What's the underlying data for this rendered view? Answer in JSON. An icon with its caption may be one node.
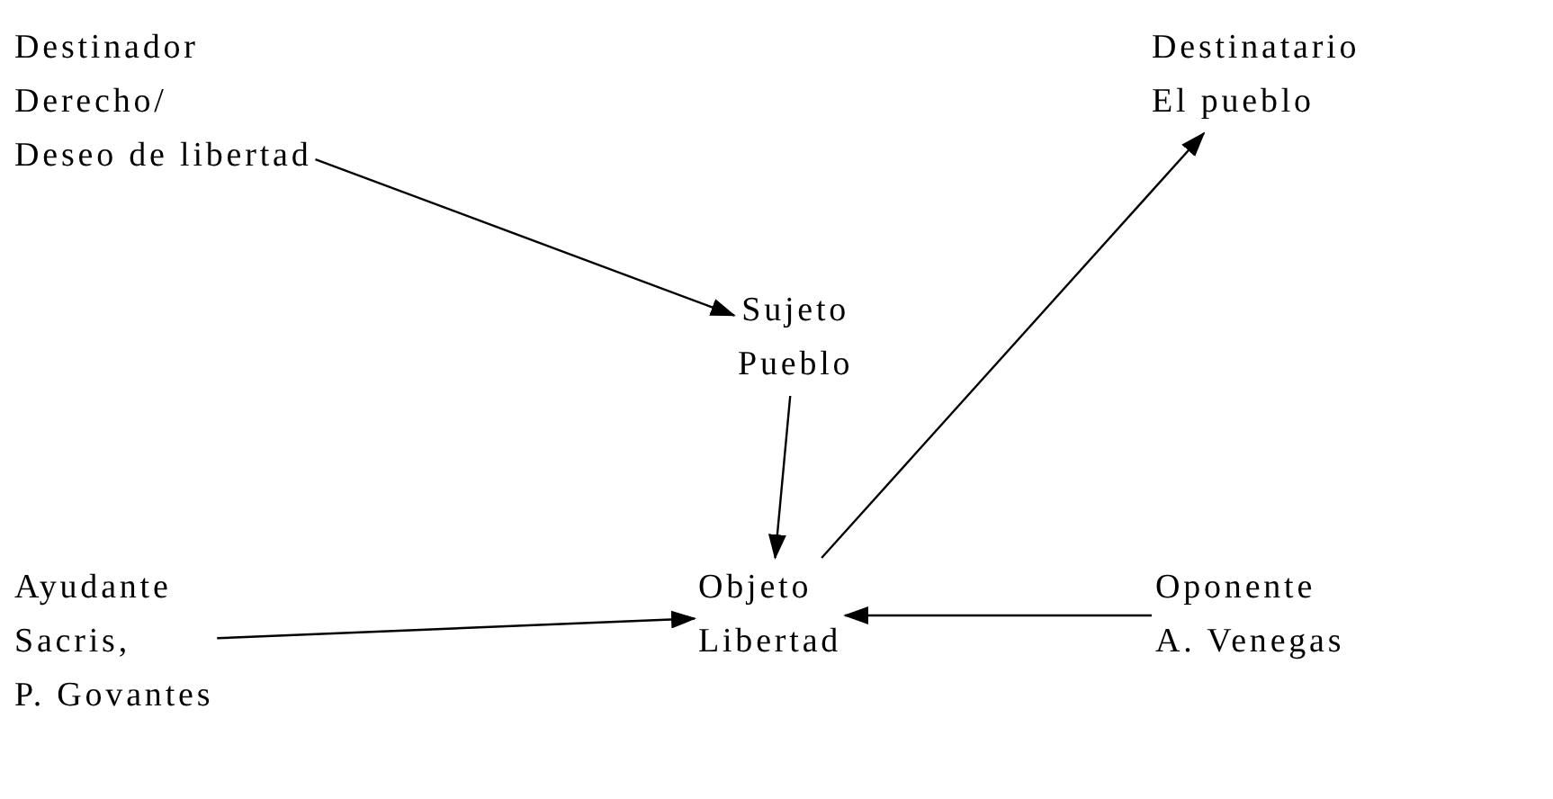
{
  "diagram": {
    "nodes": [
      {
        "text": [
          "Destinador",
          "Derecho/",
          "Deseo de libertad"
        ]
      },
      {
        "text": [
          "Destinatario",
          "El pueblo"
        ]
      },
      {
        "text": [
          "Sujeto",
          "Pueblo"
        ]
      },
      {
        "text": [
          "Ayudante",
          "Sacris,",
          "P. Govantes"
        ]
      },
      {
        "text": [
          "Objeto",
          "Libertad"
        ]
      },
      {
        "text": [
          "Oponente",
          "A. Venegas"
        ]
      }
    ],
    "edges": [
      {
        "from": 0,
        "to": 2,
        "arrow": "to"
      },
      {
        "from": 2,
        "to": 4,
        "arrow": "to"
      },
      {
        "from": 3,
        "to": 4,
        "arrow": "to"
      },
      {
        "from": 5,
        "to": 4,
        "arrow": "to"
      },
      {
        "from": 4,
        "to": 1,
        "arrow": "to"
      }
    ]
  }
}
